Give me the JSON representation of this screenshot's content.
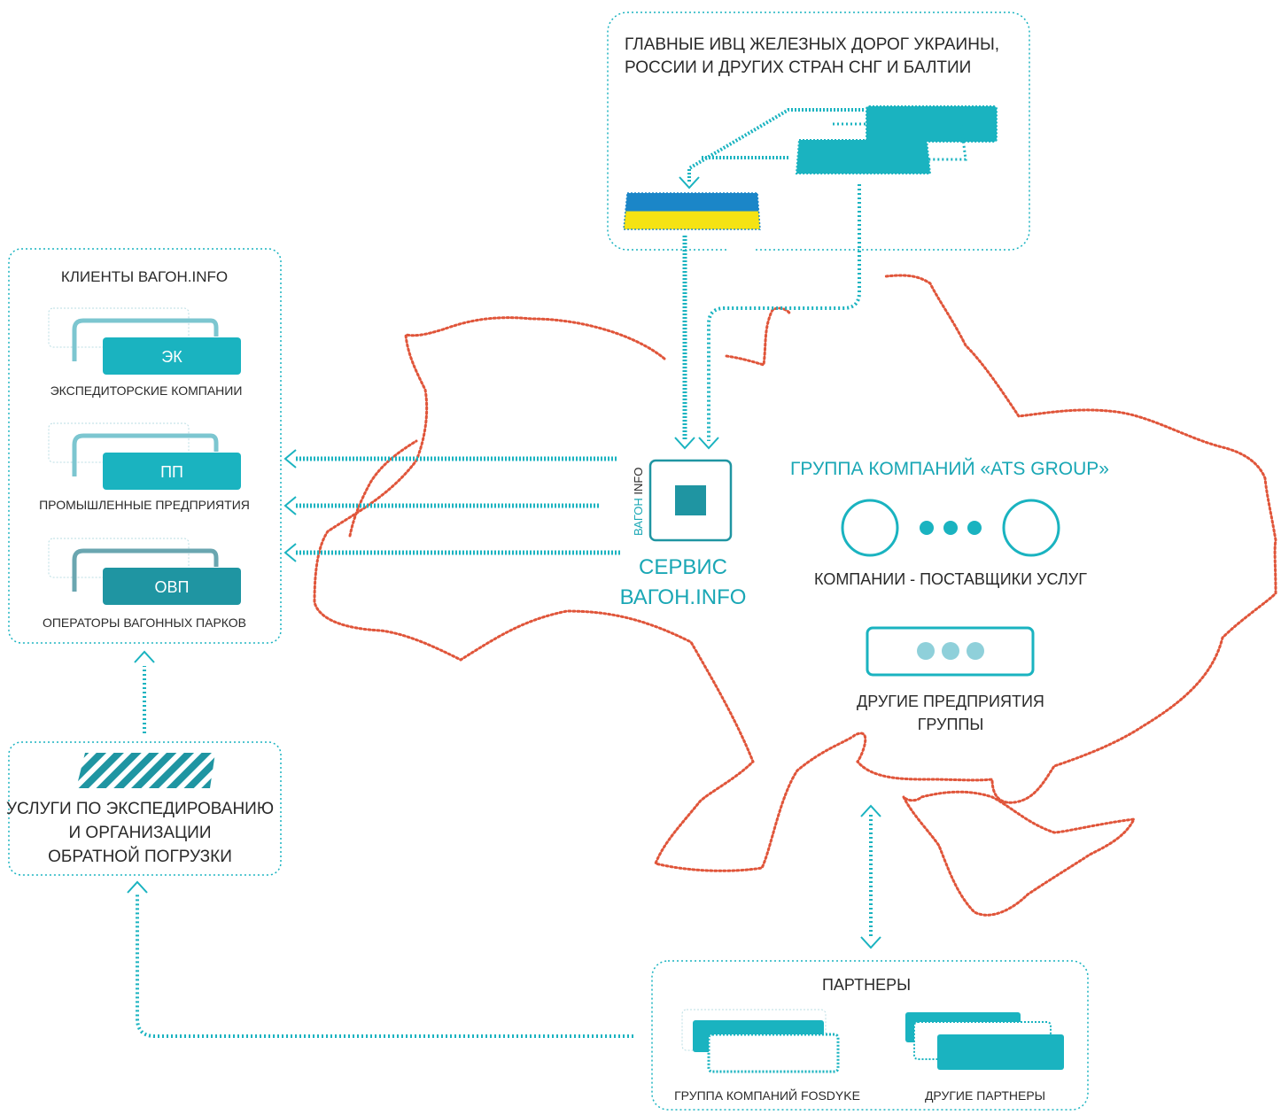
{
  "railways": {
    "title_line1": "ГЛАВНЫЕ ИВЦ ЖЕЛЕЗНЫХ ДОРОГ УКРАИНЫ,",
    "title_line2": "РОССИИ И ДРУГИХ СТРАН СНГ И БАЛТИИ"
  },
  "clients": {
    "title": "КЛИЕНТЫ ВАГОН.INFO",
    "items": [
      {
        "code": "ЭК",
        "label": "ЭКСПЕДИТОРСКИЕ КОМПАНИИ"
      },
      {
        "code": "ПП",
        "label": "ПРОМЫШЛЕННЫЕ ПРЕДПРИЯТИЯ"
      },
      {
        "code": "ОВП",
        "label": "ОПЕРАТОРЫ ВАГОННЫХ ПАРКОВ"
      }
    ]
  },
  "service": {
    "logo_part1": "ВАГОН",
    "logo_part2": "INFO",
    "title_line1": "СЕРВИС",
    "title_line2": "ВАГОН.INFO"
  },
  "group": {
    "title": "ГРУППА КОМПАНИЙ «ATS GROUP»",
    "providers_label": "КОМПАНИИ - ПОСТАВЩИКИ УСЛУГ",
    "other_line1": "ДРУГИЕ ПРЕДПРИЯТИЯ",
    "other_line2": "ГРУППЫ"
  },
  "forwarding": {
    "line1": "УСЛУГИ ПО ЭКСПЕДИРОВАНИЮ",
    "line2": "И ОРГАНИЗАЦИИ",
    "line3": "ОБРАТНОЙ ПОГРУЗКИ"
  },
  "partners": {
    "title": "ПАРТНЕРЫ",
    "fosdyke": "ГРУППА КОМПАНИЙ FOSDYKE",
    "other": "ДРУГИЕ ПАРТНЕРЫ"
  },
  "colors": {
    "teal": "#1ab3c0",
    "teal_dark": "#1f95a2",
    "teal_light": "#7cc6d0",
    "map_border": "#e0553a",
    "flag_blue": "#1b86c8",
    "flag_yellow": "#f5e313"
  }
}
